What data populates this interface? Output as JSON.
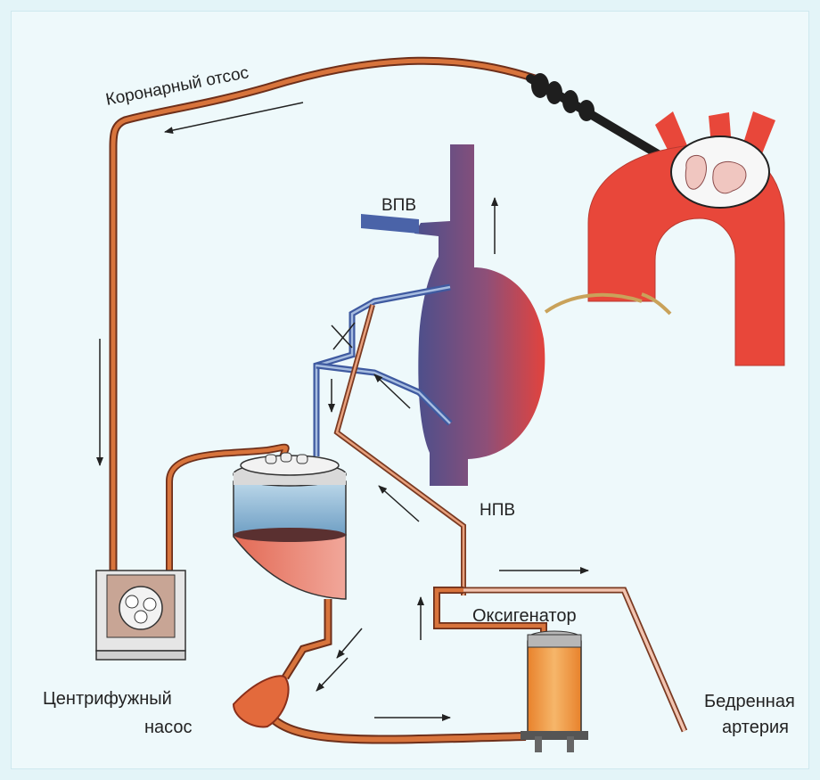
{
  "labels": {
    "coronary_suction": "Коронарный отсос",
    "svc": "ВПВ",
    "ivc": "НПВ",
    "oxygenator": "Оксигенатор",
    "pump_line1": "Центрифужный",
    "pump_line2": "насос",
    "artery_line1": "Бедренная",
    "artery_line2": "артерия"
  },
  "colors": {
    "background": "#e3f4f8",
    "artery_red": "#e8473a",
    "vein_blue": "#4a63a8",
    "tube_orange": "#d8743c",
    "reservoir_blue": "#7fa9c8",
    "oxygenator_orange": "#f29a3a"
  }
}
